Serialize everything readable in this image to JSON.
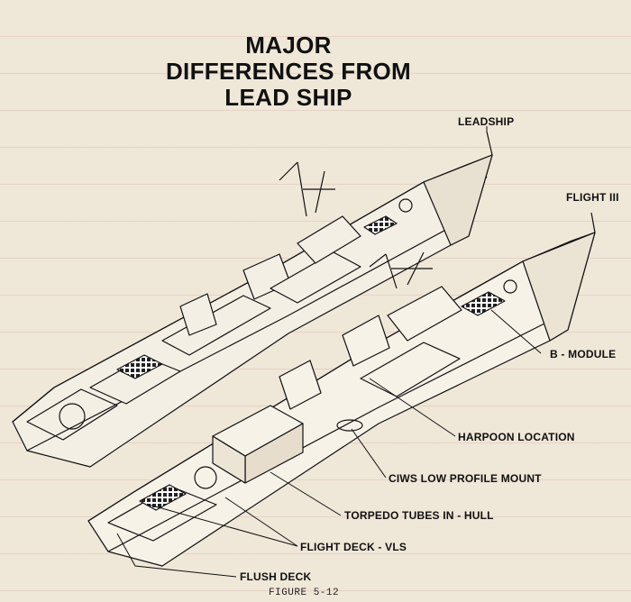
{
  "title": {
    "line1": "MAJOR",
    "line2": "DIFFERENCES FROM",
    "line3": "LEAD SHIP"
  },
  "labels": {
    "leadship": "LEADSHIP",
    "flight3": "FLIGHT III",
    "b_module": "B - MODULE",
    "harpoon": "HARPOON LOCATION",
    "ciws": "CIWS LOW PROFILE MOUNT",
    "torpedo": "TORPEDO TUBES IN - HULL",
    "flight_deck": "FLIGHT DECK - VLS",
    "flush_deck": "FLUSH DECK"
  },
  "caption": "FIGURE 5-12",
  "colors": {
    "paper": "#efe7d8",
    "ink": "#111111",
    "hull_fill": "#f4efe5",
    "ruling": "#ce9696"
  }
}
